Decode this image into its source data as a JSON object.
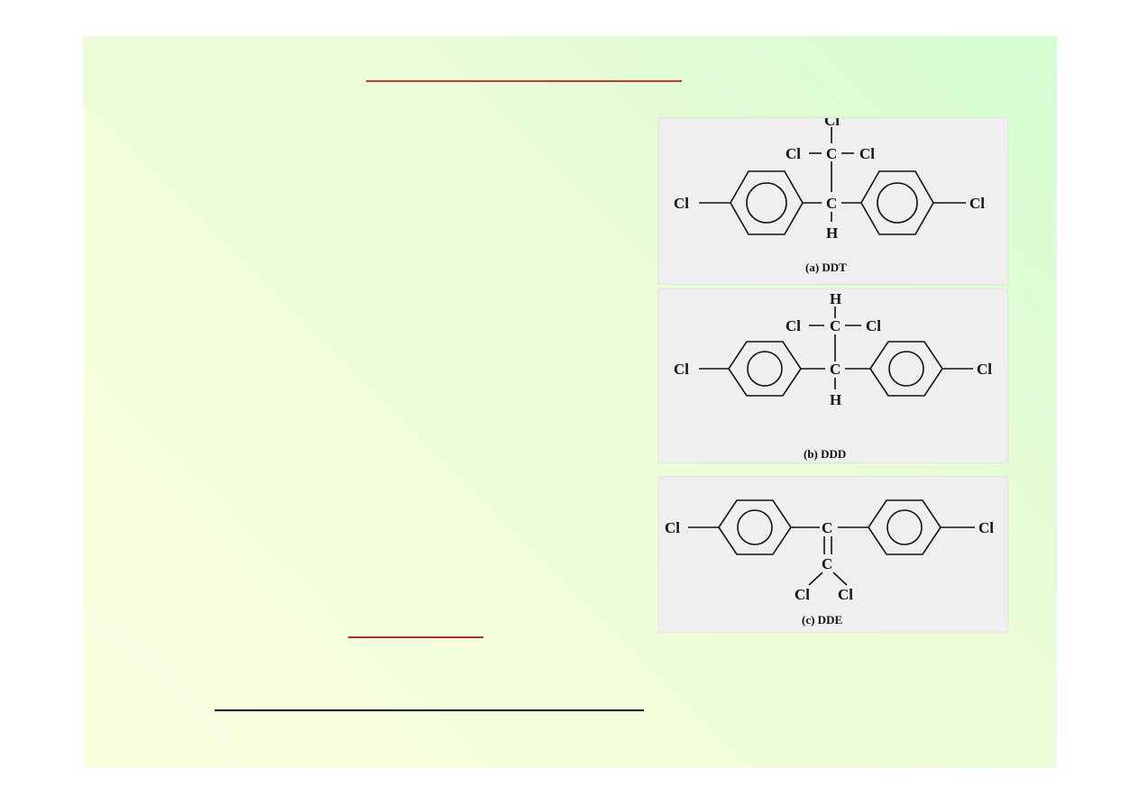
{
  "structures": [
    {
      "caption": "(a) DDT",
      "atoms": {
        "cl": "Cl",
        "c": "C",
        "h": "H"
      }
    },
    {
      "caption": "(b) DDD",
      "atoms": {
        "cl": "Cl",
        "c": "C",
        "h": "H"
      }
    },
    {
      "caption": "(c) DDE",
      "atoms": {
        "cl": "Cl",
        "c": "C"
      }
    }
  ],
  "colors": {
    "title_rule": "#c0392b",
    "mid_rule": "#a93226",
    "bottom_rule": "#111111",
    "slide_gradient_top": "#d4fdd2",
    "slide_gradient_bottom": "#fbffe0"
  }
}
